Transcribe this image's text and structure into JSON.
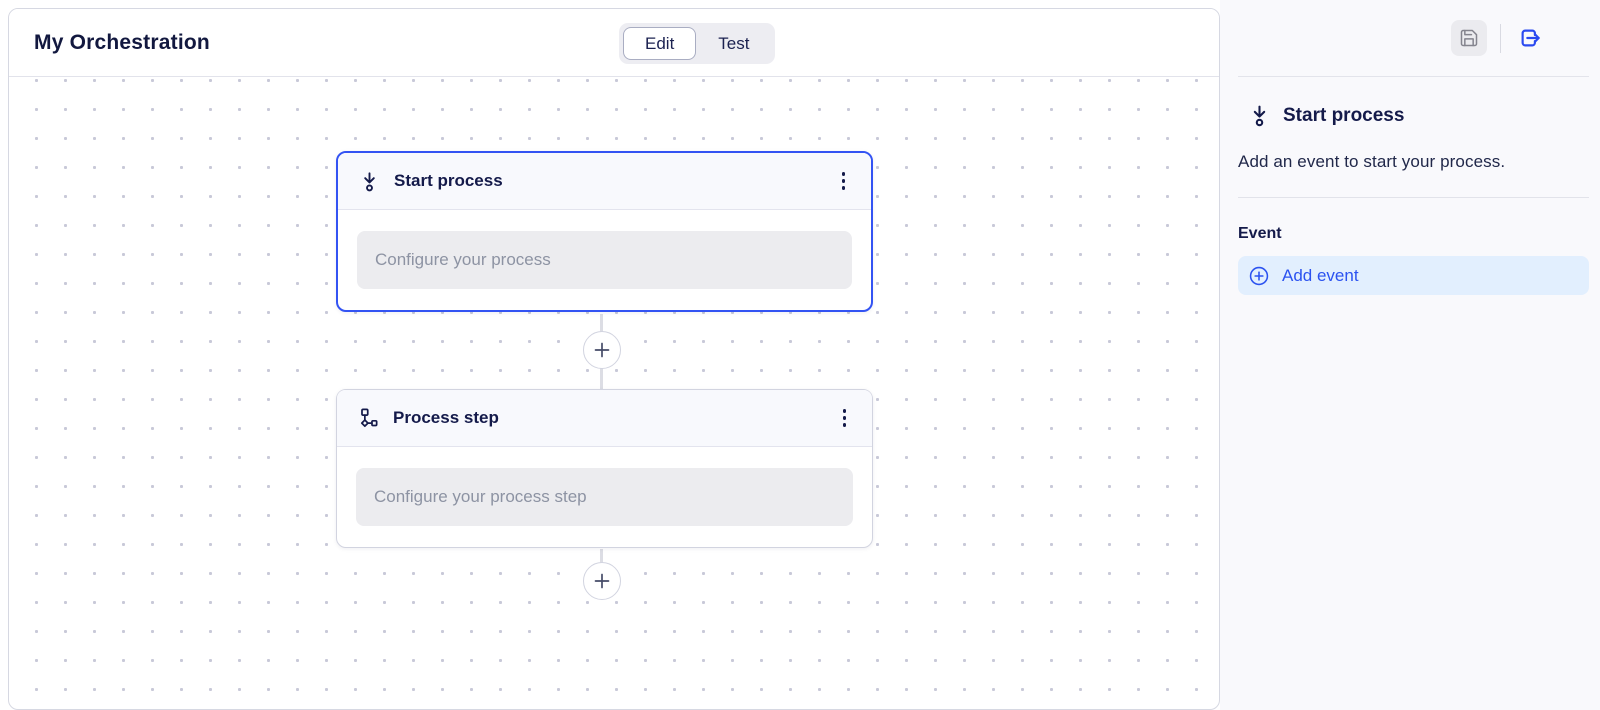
{
  "app": {
    "title": "My Orchestration"
  },
  "header": {
    "mode_toggle": [
      {
        "label": "Edit",
        "selected": true
      },
      {
        "label": "Test",
        "selected": false
      }
    ],
    "icons": {
      "save": "save-icon",
      "exit": "exit-icon"
    }
  },
  "canvas": {
    "nodes": [
      {
        "title": "Start process",
        "placeholder": "Configure your process",
        "icon": "start-process-icon",
        "selected": true,
        "menu_icon": "kebab-menu-icon"
      },
      {
        "title": "Process step",
        "placeholder": "Configure your process step",
        "icon": "process-step-icon",
        "selected": false,
        "menu_icon": "kebab-menu-icon"
      }
    ],
    "add_node_icon": "plus-icon"
  },
  "sidebar": {
    "title": "Start process",
    "title_icon": "start-process-icon",
    "description": "Add an event to start your process.",
    "section_label": "Event",
    "add_event_label": "Add event",
    "add_event_icon": "plus-circle-icon"
  },
  "colors": {
    "accent_blue": "#2b52f0",
    "selected_node_border": "#3353f3",
    "navy_text": "#141a4a",
    "add_event_bg": "#e2effe",
    "placeholder_bg": "#ececef",
    "placeholder_text": "#8d93a3",
    "sidebar_bg": "#f9f9fc",
    "grid_dot": "#c8c9d8"
  }
}
